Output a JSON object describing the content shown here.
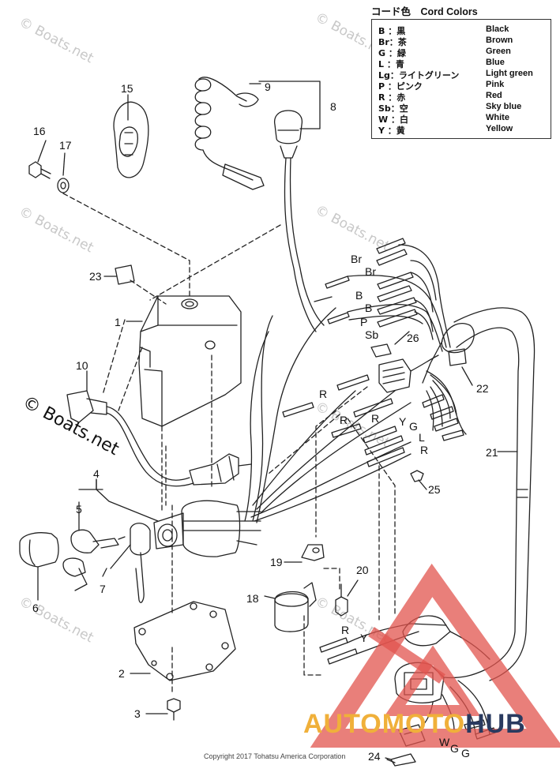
{
  "legend": {
    "title": "コード色　Cord Colors",
    "rows": [
      {
        "code": "B ：黒",
        "color": "Black"
      },
      {
        "code": "Br：茶",
        "color": "Brown"
      },
      {
        "code": "G ：緑",
        "color": "Green"
      },
      {
        "code": "L ：青",
        "color": "Blue"
      },
      {
        "code": "Lg：ライトグリーン",
        "color": "Light green"
      },
      {
        "code": "P ：ピンク",
        "color": "Pink"
      },
      {
        "code": "R ：赤",
        "color": "Red"
      },
      {
        "code": "Sb：空",
        "color": "Sky blue"
      },
      {
        "code": "W ：白",
        "color": "White"
      },
      {
        "code": "Y ：黄",
        "color": "Yellow"
      }
    ]
  },
  "part_numbers": {
    "n1": "1",
    "n2": "2",
    "n3": "3",
    "n4": "4",
    "n5": "5",
    "n6": "6",
    "n7": "7",
    "n8": "8",
    "n9": "9",
    "n10": "10",
    "n15": "15",
    "n16": "16",
    "n17": "17",
    "n18": "18",
    "n19": "19",
    "n20": "20",
    "n21": "21",
    "n22": "22",
    "n23": "23",
    "n24": "24",
    "n25": "25",
    "n26": "26"
  },
  "wire_labels": {
    "br1": "Br",
    "br2": "Br",
    "b1": "B",
    "b2": "B",
    "p1": "P",
    "sb1": "Sb",
    "r1": "R",
    "r2": "R",
    "r3": "R",
    "r4": "R",
    "r5": "R",
    "y1": "Y",
    "y2": "Y",
    "g1": "G",
    "g2": "G",
    "g3": "G",
    "l1": "L",
    "w1": "W"
  },
  "watermarks": {
    "small": "© Boats.net",
    "large": "© Boats.net"
  },
  "copyright": "Copyright 2017 Tohatsu America Corporation",
  "brand": {
    "part1": "AUTOMOTO",
    "part2": "HUB"
  },
  "colors": {
    "line": "#222222",
    "logo_red": "#e2544e",
    "brand_orange": "#f0b03a",
    "brand_navy": "#2a3a5f"
  }
}
